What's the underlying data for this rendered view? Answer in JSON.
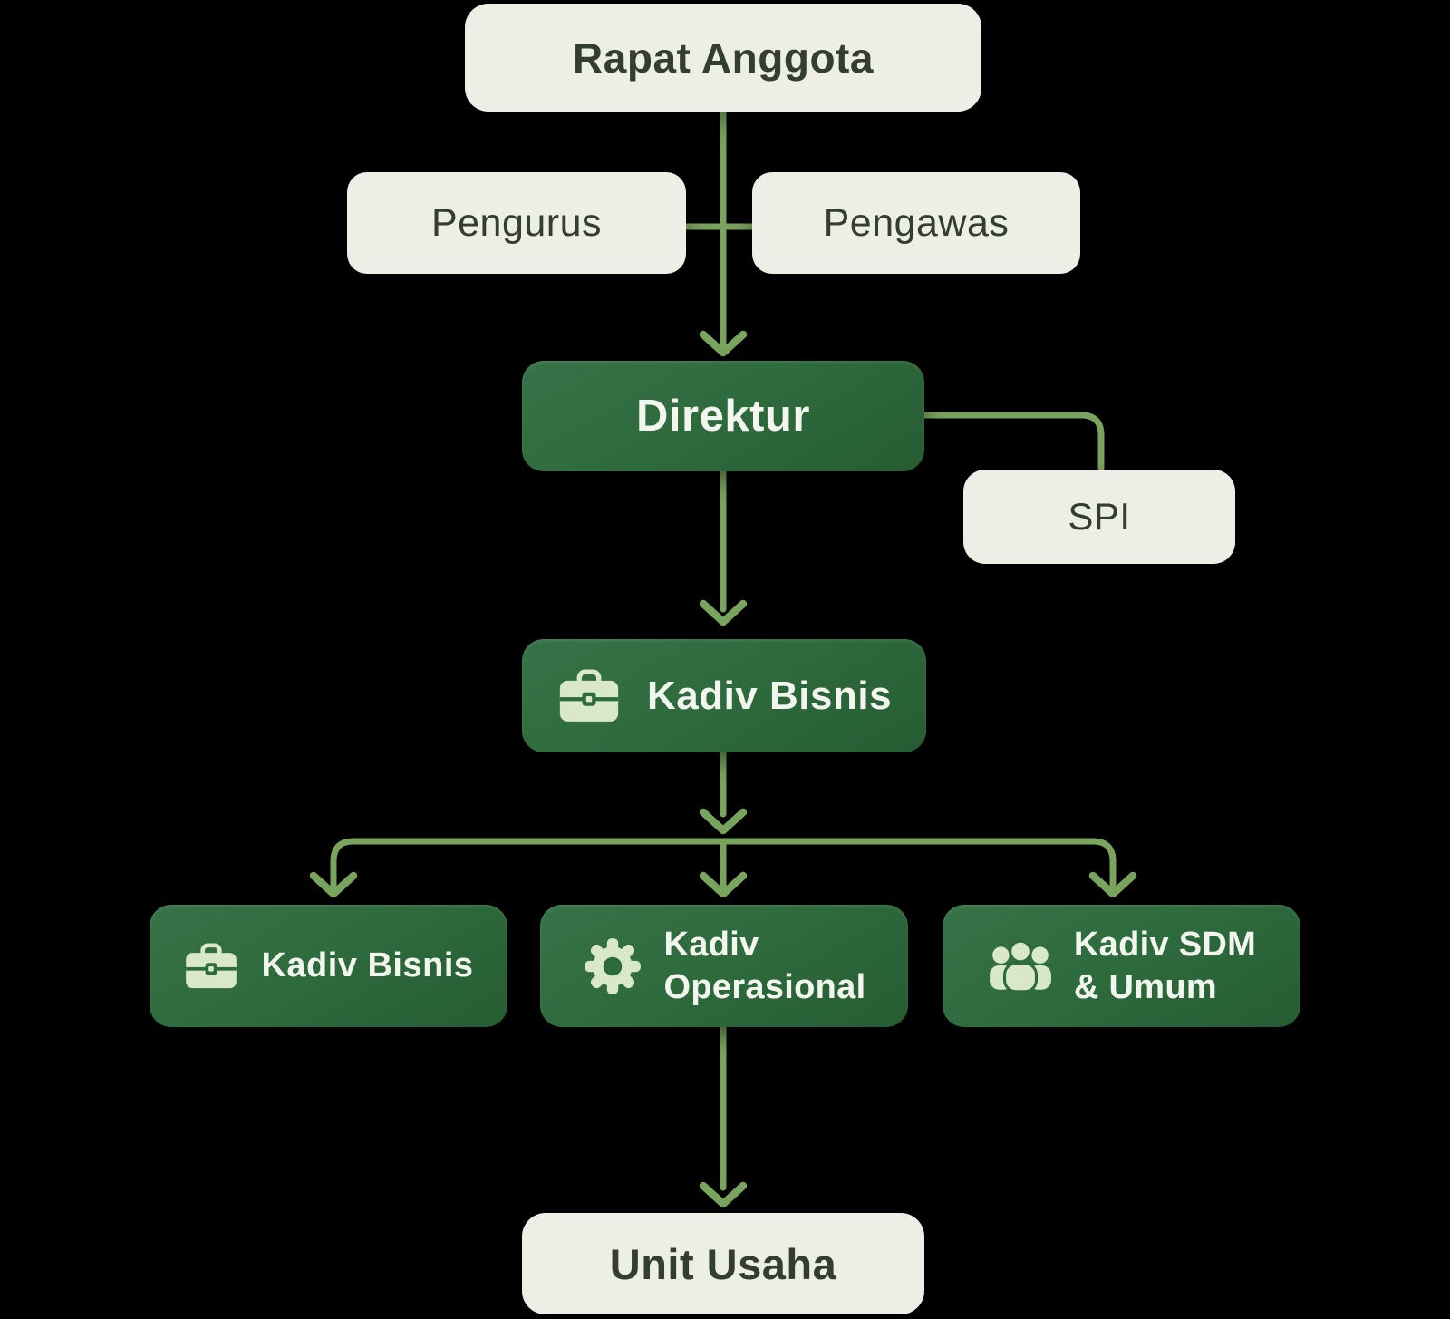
{
  "colors": {
    "background": "#000000",
    "box_light_bg": "#edefe7",
    "box_light_text": "#333d32",
    "box_green_bg": "#2d6a3c",
    "box_green_text": "#f3f6ee",
    "icon_color": "#d8e8c9",
    "connector": "#7aa35d"
  },
  "nodes": {
    "rapat_anggota": {
      "label": "Rapat Anggota"
    },
    "pengurus": {
      "label": "Pengurus"
    },
    "pengawas": {
      "label": "Pengawas"
    },
    "direktur": {
      "label": "Direktur"
    },
    "spi": {
      "label": "SPI"
    },
    "kadiv_bisnis_utama": {
      "label": "Kadiv Bisnis",
      "icon": "briefcase-icon"
    },
    "kadiv_bisnis": {
      "label": "Kadiv Bisnis",
      "icon": "briefcase-icon"
    },
    "kadiv_operasional": {
      "lines": [
        "Kadiv",
        "Operasional"
      ],
      "icon": "gear-icon"
    },
    "kadiv_sdm_umum": {
      "lines": [
        "Kadiv SDM",
        "& Umum"
      ],
      "icon": "people-icon"
    },
    "unit_usaha": {
      "label": "Unit Usaha"
    }
  }
}
